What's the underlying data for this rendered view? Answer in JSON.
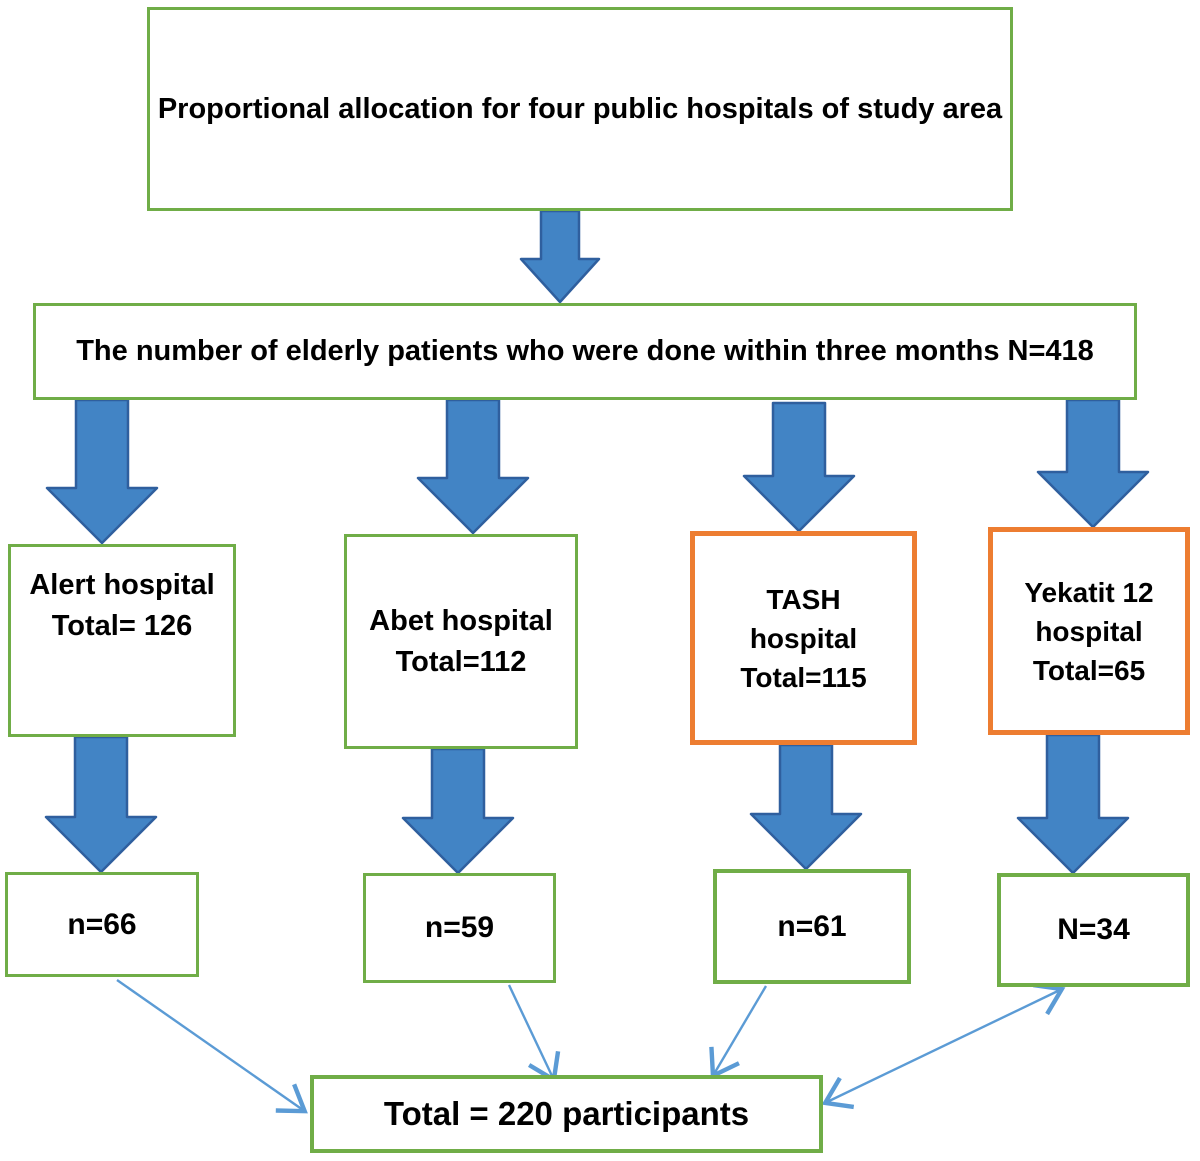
{
  "diagram": {
    "top_box": {
      "label": "Proportional allocation for four public hospitals of study area"
    },
    "population_box": {
      "label": "The number of elderly patients who were done within three months N=418"
    },
    "hospitals": [
      {
        "lines": [
          "Alert hospital",
          "Total= 126"
        ],
        "total": 126,
        "sample": "n=66",
        "border_color": "#70AD47"
      },
      {
        "lines": [
          "Abet hospital",
          "Total=112"
        ],
        "total": 112,
        "sample": "n=59",
        "border_color": "#70AD47"
      },
      {
        "lines": [
          "TASH",
          "hospital",
          "Total=115"
        ],
        "total": 115,
        "sample": "n=61",
        "border_color": "#ED7D31"
      },
      {
        "lines": [
          "Yekatit 12",
          "hospital",
          "Total=65"
        ],
        "total": 65,
        "sample": "N=34",
        "border_color": "#70AD47"
      }
    ],
    "total_box": {
      "label": "Total = 220 participants",
      "total_participants": 220
    },
    "colors": {
      "green_border": "#70AD47",
      "orange_border": "#ED7D31",
      "block_arrow_fill": "#4284C5",
      "block_arrow_stroke": "#2F5F9E",
      "connector_blue": "#5B9BD5",
      "text": "#000000"
    }
  }
}
